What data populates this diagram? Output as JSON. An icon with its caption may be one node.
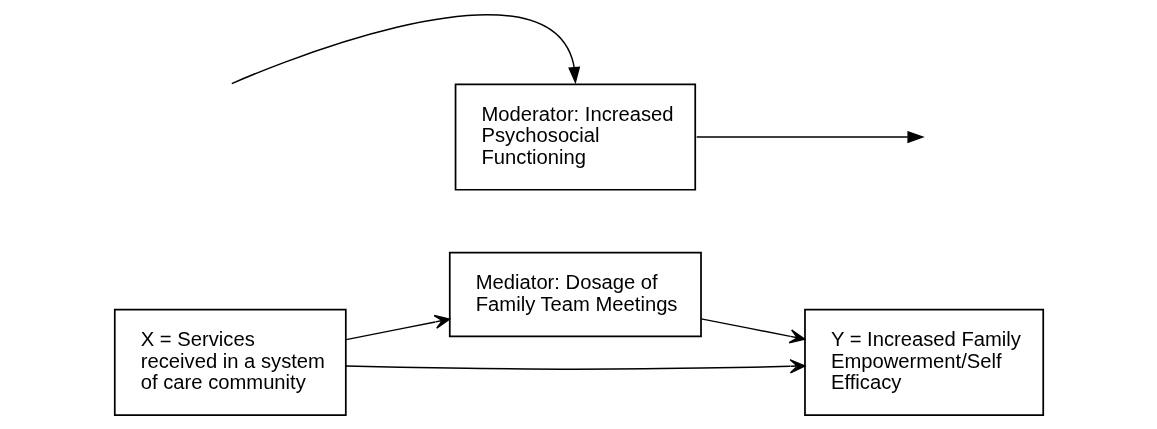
{
  "diagram": {
    "nodes": [
      {
        "text": [
          "Mediator: Dosage of Family Team Meetings"
        ]
      },
      {
        "text": [
          "X = Services received in a system of care community"
        ]
      },
      {
        "text": [
          "Y = Increased Family Empowerment/Self Efficacy"
        ]
      },
      {
        "text": [
          "Moderator: Increased Psychosocial Functioning"
        ]
      }
    ],
    "edges": [
      {
        "from": 1,
        "to": 0,
        "arrow": "to"
      },
      {
        "from": 0,
        "to": 2,
        "arrow": "to"
      },
      {
        "from": 1,
        "to": 2,
        "arrow": "to"
      },
      {
        "from": null,
        "to": 3,
        "arrow": "to"
      },
      {
        "from": 3,
        "to": null,
        "arrow": "to"
      }
    ]
  }
}
